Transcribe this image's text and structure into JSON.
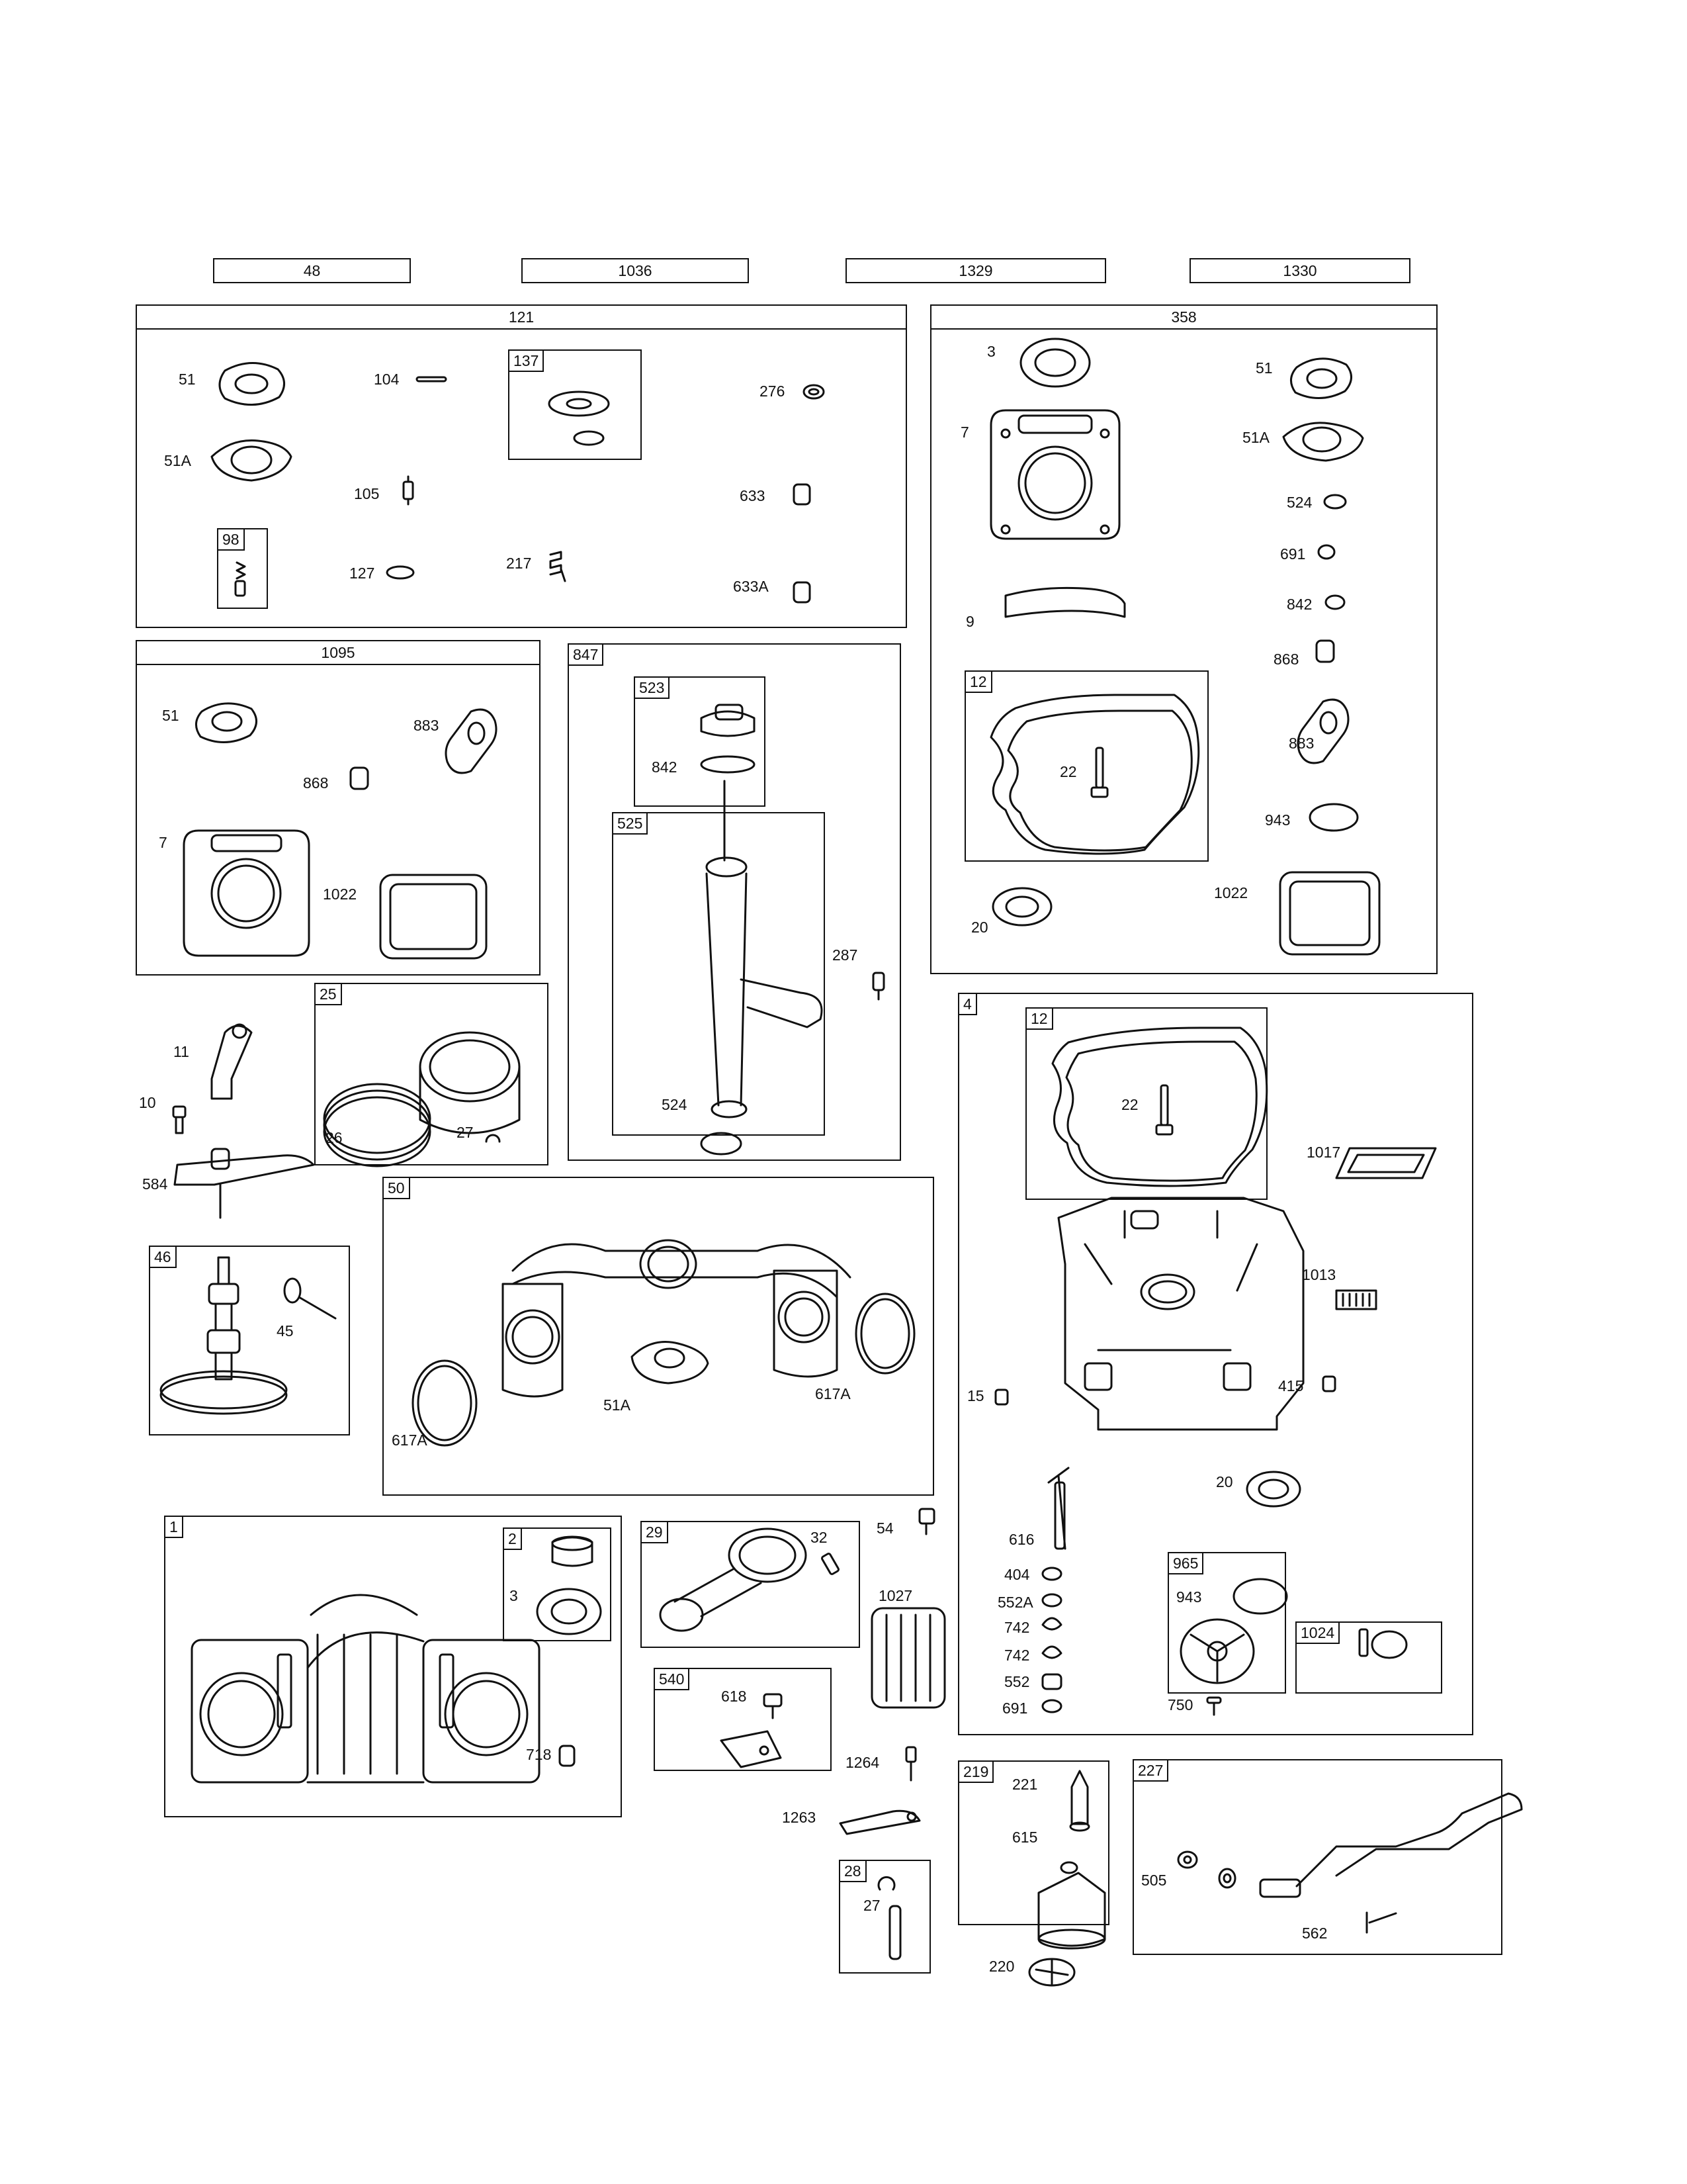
{
  "header_boxes": [
    "48",
    "1036",
    "1329",
    "1330"
  ],
  "kits": {
    "k121": "121",
    "k358": "358",
    "k1095": "1095",
    "k847": "847",
    "k523": "523",
    "k525": "525",
    "k137": "137",
    "k98": "98",
    "k12a": "12",
    "k25": "25",
    "k50": "50",
    "k46": "46",
    "k4": "4",
    "k12b": "12",
    "k1": "1",
    "k2": "2",
    "k29": "29",
    "k540": "540",
    "k965": "965",
    "k1024": "1024",
    "k219": "219",
    "k227": "227",
    "k28": "28"
  },
  "labels": {
    "p51_a": "51",
    "p104": "104",
    "p276": "276",
    "p51A_a": "51A",
    "p105": "105",
    "p633": "633",
    "p127": "127",
    "p217": "217",
    "p633A": "633A",
    "p3_a": "3",
    "p51_b": "51",
    "p7_a": "7",
    "p51A_b": "51A",
    "p524_a": "524",
    "p691_a": "691",
    "p9": "9",
    "p842_a": "842",
    "p868_a": "868",
    "p22_a": "22",
    "p883_a": "883",
    "p943_a": "943",
    "p20_a": "20",
    "p1022_a": "1022",
    "p51_c": "51",
    "p883_b": "883",
    "p868_b": "868",
    "p7_b": "7",
    "p1022_b": "1022",
    "p842_b": "842",
    "p287": "287",
    "p524_b": "524",
    "p11": "11",
    "p10": "10",
    "p584": "584",
    "p26": "26",
    "p27_a": "27",
    "p45": "45",
    "p51A_c": "51A",
    "p617A_a": "617A",
    "p617A_b": "617A",
    "p22_b": "22",
    "p1017": "1017",
    "p1013": "1013",
    "p15": "15",
    "p415": "415",
    "p20_b": "20",
    "p616": "616",
    "p404": "404",
    "p552A": "552A",
    "p742_a": "742",
    "p742_b": "742",
    "p552": "552",
    "p691_b": "691",
    "p943_b": "943",
    "p750": "750",
    "p3_b": "3",
    "p718": "718",
    "p32": "32",
    "p54": "54",
    "p1027": "1027",
    "p618": "618",
    "p1264": "1264",
    "p1263": "1263",
    "p27_b": "27",
    "p221": "221",
    "p615": "615",
    "p220": "220",
    "p505": "505",
    "p562": "562"
  }
}
